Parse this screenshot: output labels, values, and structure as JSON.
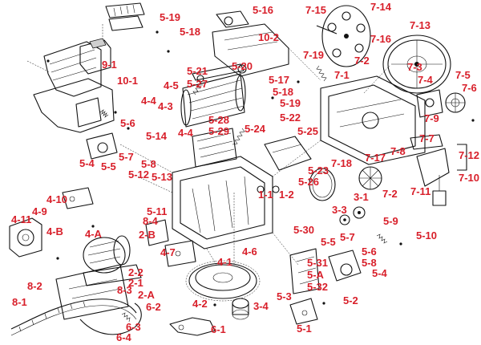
{
  "callouts": [
    {
      "id": "7-15",
      "text": "7-15"
    },
    {
      "id": "7-14",
      "text": "7-14"
    },
    {
      "id": "7-13",
      "text": "7-13"
    },
    {
      "id": "7-16",
      "text": "7-16"
    },
    {
      "id": "7-19",
      "text": "7-19"
    },
    {
      "id": "7-2a",
      "text": "7-2"
    },
    {
      "id": "7-1",
      "text": "7-1"
    },
    {
      "id": "7-3",
      "text": "7-3"
    },
    {
      "id": "7-4",
      "text": "7-4"
    },
    {
      "id": "7-5",
      "text": "7-5"
    },
    {
      "id": "7-6",
      "text": "7-6"
    },
    {
      "id": "7-9",
      "text": "7-9"
    },
    {
      "id": "7-7",
      "text": "7-7"
    },
    {
      "id": "7-8",
      "text": "7-8"
    },
    {
      "id": "7-12",
      "text": "7-12"
    },
    {
      "id": "7-10",
      "text": "7-10"
    },
    {
      "id": "7-11",
      "text": "7-11"
    },
    {
      "id": "7-2b",
      "text": "7-2"
    },
    {
      "id": "7-17",
      "text": "7-17"
    },
    {
      "id": "7-18",
      "text": "7-18"
    },
    {
      "id": "5-19a",
      "text": "5-19"
    },
    {
      "id": "5-18a",
      "text": "5-18"
    },
    {
      "id": "5-16",
      "text": "5-16"
    },
    {
      "id": "10-2",
      "text": "10-2"
    },
    {
      "id": "9-1",
      "text": "9-1"
    },
    {
      "id": "10-1",
      "text": "10-1"
    },
    {
      "id": "5-20",
      "text": "5-20"
    },
    {
      "id": "5-21",
      "text": "5-21"
    },
    {
      "id": "4-5",
      "text": "4-5"
    },
    {
      "id": "5-27",
      "text": "5-27"
    },
    {
      "id": "5-17",
      "text": "5-17"
    },
    {
      "id": "5-18b",
      "text": "5-18"
    },
    {
      "id": "5-19b",
      "text": "5-19"
    },
    {
      "id": "5-22",
      "text": "5-22"
    },
    {
      "id": "4-4a",
      "text": "4-4"
    },
    {
      "id": "4-3",
      "text": "4-3"
    },
    {
      "id": "4-4b",
      "text": "4-4"
    },
    {
      "id": "5-28",
      "text": "5-28"
    },
    {
      "id": "5-29",
      "text": "5-29"
    },
    {
      "id": "5-24",
      "text": "5-24"
    },
    {
      "id": "5-6a",
      "text": "5-6"
    },
    {
      "id": "5-14",
      "text": "5-14"
    },
    {
      "id": "5-7a",
      "text": "5-7"
    },
    {
      "id": "5-8a",
      "text": "5-8"
    },
    {
      "id": "5-4a",
      "text": "5-4"
    },
    {
      "id": "5-5a",
      "text": "5-5"
    },
    {
      "id": "5-25",
      "text": "5-25"
    },
    {
      "id": "5-23",
      "text": "5-23"
    },
    {
      "id": "5-26",
      "text": "5-26"
    },
    {
      "id": "1-1",
      "text": "1-1"
    },
    {
      "id": "1-2",
      "text": "1-2"
    },
    {
      "id": "3-1",
      "text": "3-1"
    },
    {
      "id": "5-12",
      "text": "5-12"
    },
    {
      "id": "5-13",
      "text": "5-13"
    },
    {
      "id": "4-10",
      "text": "4-10"
    },
    {
      "id": "4-9",
      "text": "4-9"
    },
    {
      "id": "4-11",
      "text": "4-11"
    },
    {
      "id": "4-B",
      "text": "4-B"
    },
    {
      "id": "5-11",
      "text": "5-11"
    },
    {
      "id": "8-4",
      "text": "8-4"
    },
    {
      "id": "4-A",
      "text": "4-A"
    },
    {
      "id": "2-B",
      "text": "2-B"
    },
    {
      "id": "4-7",
      "text": "4-7"
    },
    {
      "id": "4-1",
      "text": "4-1"
    },
    {
      "id": "4-6",
      "text": "4-6"
    },
    {
      "id": "3-3",
      "text": "3-3"
    },
    {
      "id": "5-9",
      "text": "5-9"
    },
    {
      "id": "5-30",
      "text": "5-30"
    },
    {
      "id": "5-10",
      "text": "5-10"
    },
    {
      "id": "5-5b",
      "text": "5-5"
    },
    {
      "id": "5-7b",
      "text": "5-7"
    },
    {
      "id": "5-6b",
      "text": "5-6"
    },
    {
      "id": "5-8b",
      "text": "5-8"
    },
    {
      "id": "5-31",
      "text": "5-31"
    },
    {
      "id": "5-A",
      "text": "5-A"
    },
    {
      "id": "5-32",
      "text": "5-32"
    },
    {
      "id": "5-4b",
      "text": "5-4"
    },
    {
      "id": "2-2",
      "text": "2-2"
    },
    {
      "id": "2-1",
      "text": "2-1"
    },
    {
      "id": "8-3",
      "text": "8-3"
    },
    {
      "id": "2-A",
      "text": "2-A"
    },
    {
      "id": "8-2",
      "text": "8-2"
    },
    {
      "id": "8-1",
      "text": "8-1"
    },
    {
      "id": "6-2",
      "text": "6-2"
    },
    {
      "id": "6-3",
      "text": "6-3"
    },
    {
      "id": "6-4",
      "text": "6-4"
    },
    {
      "id": "4-2",
      "text": "4-2"
    },
    {
      "id": "3-4",
      "text": "3-4"
    },
    {
      "id": "6-1",
      "text": "6-1"
    },
    {
      "id": "5-3",
      "text": "5-3"
    },
    {
      "id": "5-2",
      "text": "5-2"
    },
    {
      "id": "5-1",
      "text": "5-1"
    }
  ],
  "colors": {
    "callout": "#d81f2a",
    "line": "#111111",
    "background": "#ffffff"
  }
}
